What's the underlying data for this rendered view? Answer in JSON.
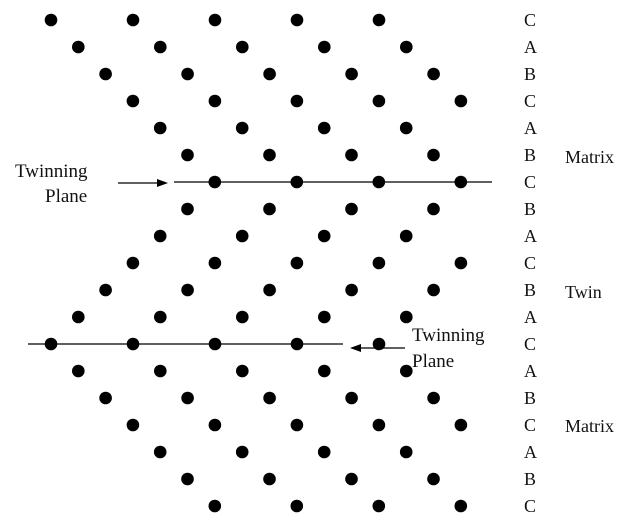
{
  "layer_labels": [
    "C",
    "A",
    "B",
    "C",
    "A",
    "B",
    "C",
    "B",
    "A",
    "C",
    "B",
    "A",
    "C",
    "A",
    "B",
    "C",
    "A",
    "B",
    "C"
  ],
  "region_labels": {
    "matrix_top": "Matrix",
    "twin": "Twin",
    "matrix_bottom": "Matrix"
  },
  "twinning_plane_upper": {
    "line1": "Twinning",
    "line2": "Plane"
  },
  "twinning_plane_lower": {
    "line1": "Twinning",
    "line2": "Plane"
  },
  "colors": {
    "atom": "#000000",
    "line": "#000000",
    "text": "#111111",
    "background": "#ffffff"
  }
}
